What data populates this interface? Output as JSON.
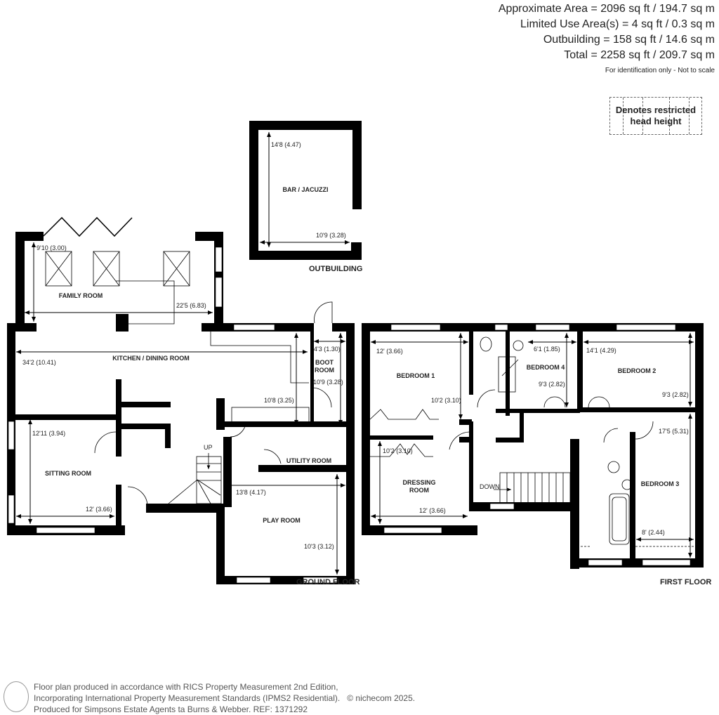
{
  "areas": {
    "approximate": "Approximate Area = 2096 sq ft / 194.7 sq m",
    "limited_use": "Limited Use Area(s) = 4 sq ft / 0.3 sq m",
    "outbuilding": "Outbuilding = 158 sq ft / 14.6 sq m",
    "total": "Total = 2258 sq ft / 209.7 sq m",
    "note": "For identification only - Not to scale"
  },
  "legend": {
    "text": "Denotes restricted head height"
  },
  "floors": {
    "ground": "GROUND FLOOR",
    "first": "FIRST FLOOR",
    "outbuilding": "OUTBUILDING"
  },
  "rooms": {
    "bar": "BAR / JACUZZI",
    "family": "FAMILY ROOM",
    "kitchen": "KITCHEN / DINING ROOM",
    "boot": "BOOT ROOM",
    "sitting": "SITTING ROOM",
    "utility": "UTILITY ROOM",
    "play": "PLAY ROOM",
    "bed1": "BEDROOM 1",
    "bed2": "BEDROOM 2",
    "bed3": "BEDROOM 3",
    "bed4": "BEDROOM 4",
    "dressing": "DRESSING ROOM",
    "up": "UP",
    "down": "DOWN"
  },
  "dimensions": {
    "bar_h": "14'8 (4.47)",
    "bar_w": "10'9 (3.28)",
    "family_h": "9'10 (3.00)",
    "family_w": "22'5 (6.83)",
    "kitchen_w": "34'2 (10.41)",
    "kitchen_h": "10'8 (3.25)",
    "boot_w": "4'3 (1.30)",
    "boot_h": "10'9 (3.28)",
    "sitting_h": "12'11 (3.94)",
    "sitting_w": "12' (3.66)",
    "play_w": "13'8 (4.17)",
    "play_h": "10'3 (3.12)",
    "bed1_w": "12' (3.66)",
    "bed1_h": "10'2 (3.10)",
    "bed4_w": "6'1 (1.85)",
    "bed4_h": "9'3 (2.82)",
    "bed2_w": "14'1 (4.29)",
    "bed2_h": "9'3 (2.82)",
    "bed3_h": "17'5 (5.31)",
    "bed3_w": "8' (2.44)",
    "dressing_h": "10'2 (3.10)",
    "dressing_w": "12' (3.66)"
  },
  "footer": {
    "line1": "Floor plan produced in accordance with RICS Property Measurement 2nd Edition,",
    "line2": "Incorporating International Property Measurement Standards (IPMS2 Residential).",
    "copyright": "© nichecom 2025.",
    "line3": "Produced for Simpsons Estate Agents ta Burns & Webber.   REF:  1371292"
  },
  "colors": {
    "wall": "#000000",
    "text": "#222222",
    "background": "#ffffff"
  }
}
